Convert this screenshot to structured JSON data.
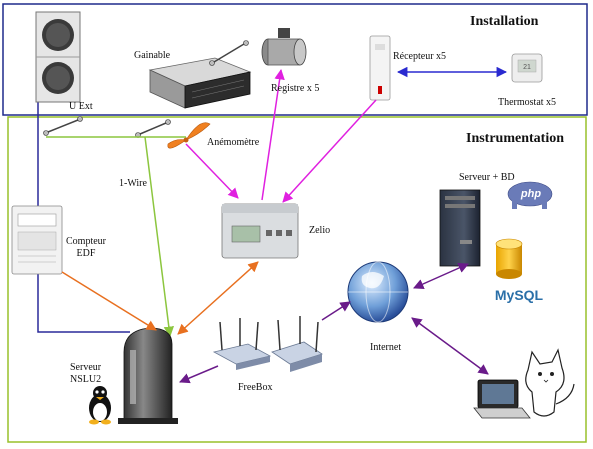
{
  "sections": {
    "installation": "Installation",
    "instrumentation": "Instrumentation"
  },
  "labels": {
    "u_ext": "U Ext",
    "gainable": "Gainable",
    "registre": "Registre x 5",
    "recepteur": "Récepteur x5",
    "thermostat": "Thermostat x5",
    "anemometre": "Anémomètre",
    "one_wire": "1-Wire",
    "zelio": "Zelio",
    "serveur_bd": "Serveur + BD",
    "compteur_line1": "Compteur",
    "compteur_line2": "EDF",
    "internet": "Internet",
    "freebox": "FreeBox",
    "serveur_nslu2_line1": "Serveur",
    "serveur_nslu2_line2": "NSLU2"
  },
  "logos": {
    "php": "php",
    "mysql": "MySQL"
  },
  "colors": {
    "installation_frame": "#1f2a8c",
    "instrumentation_frame": "#99c12a",
    "link_green": "#8cc63f",
    "link_magenta": "#e020e0",
    "link_orange": "#e87020",
    "link_purple": "#6a1b8a",
    "link_blue": "#2a2ad0",
    "power_line": "#2a2a9a"
  }
}
